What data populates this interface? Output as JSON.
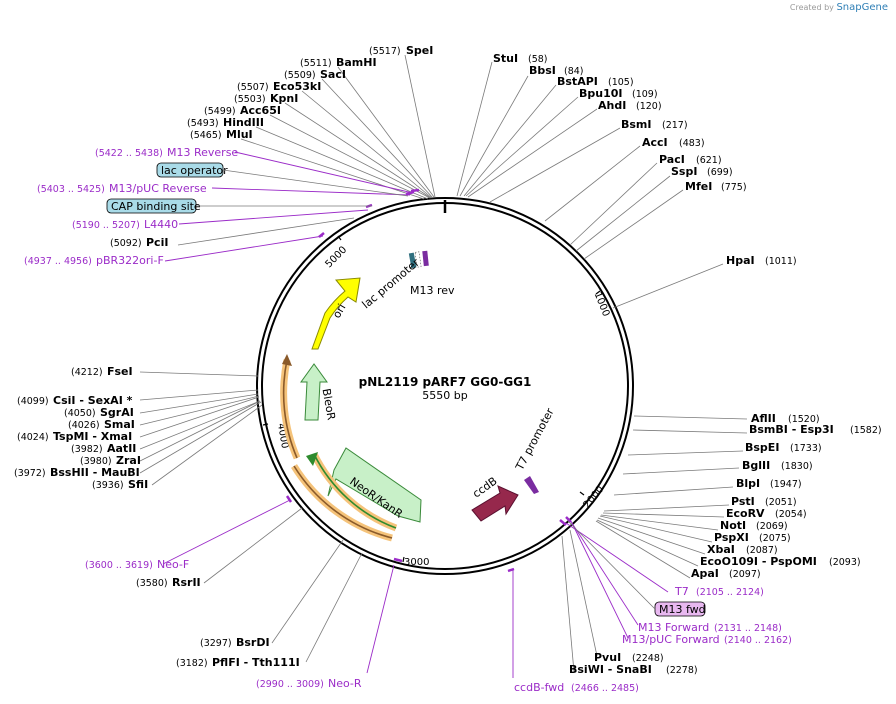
{
  "credit": {
    "prefix": "Created by",
    "brand": "SnapGene"
  },
  "plasmid": {
    "name": "pNL2119 pARF7 GG0-GG1",
    "size": "5550 bp"
  },
  "ticks": [
    "1000",
    "2000",
    "3000",
    "4000",
    "5000"
  ],
  "sites_right": [
    {
      "name": "StuI",
      "pos": "(58)"
    },
    {
      "name": "BbsI",
      "pos": "(84)"
    },
    {
      "name": "BstAPI",
      "pos": "(105)"
    },
    {
      "name": "Bpu10I",
      "pos": "(109)"
    },
    {
      "name": "AhdI",
      "pos": "(120)"
    },
    {
      "name": "BsmI",
      "pos": "(217)"
    },
    {
      "name": "AccI",
      "pos": "(483)"
    },
    {
      "name": "PacI",
      "pos": "(621)"
    },
    {
      "name": "SspI",
      "pos": "(699)"
    },
    {
      "name": "MfeI",
      "pos": "(775)"
    },
    {
      "name": "HpaI",
      "pos": "(1011)"
    },
    {
      "name": "AflII",
      "pos": "(1520)"
    },
    {
      "name": "BsmBI - Esp3I",
      "pos": "(1582)"
    },
    {
      "name": "BspEI",
      "pos": "(1733)"
    },
    {
      "name": "BglII",
      "pos": "(1830)"
    },
    {
      "name": "BlpI",
      "pos": "(1947)"
    },
    {
      "name": "PstI",
      "pos": "(2051)"
    },
    {
      "name": "EcoRV",
      "pos": "(2054)"
    },
    {
      "name": "NotI",
      "pos": "(2069)"
    },
    {
      "name": "PspXI",
      "pos": "(2075)"
    },
    {
      "name": "XbaI",
      "pos": "(2087)"
    },
    {
      "name": "EcoO109I - PspOMI",
      "pos": "(2093)"
    },
    {
      "name": "ApaI",
      "pos": "(2097)"
    },
    {
      "name": "PvuI",
      "pos": "(2248)"
    },
    {
      "name": "BsiWI - SnaBI",
      "pos": "(2278)"
    }
  ],
  "sites_left": [
    {
      "name": "SpeI",
      "pos": "(5517)"
    },
    {
      "name": "BamHI",
      "pos": "(5511)"
    },
    {
      "name": "SacI",
      "pos": "(5509)"
    },
    {
      "name": "Eco53kI",
      "pos": "(5507)"
    },
    {
      "name": "KpnI",
      "pos": "(5503)"
    },
    {
      "name": "Acc65I",
      "pos": "(5499)"
    },
    {
      "name": "HindIII",
      "pos": "(5493)"
    },
    {
      "name": "MluI",
      "pos": "(5465)"
    },
    {
      "name": "PciI",
      "pos": "(5092)"
    },
    {
      "name": "FseI",
      "pos": "(4212)"
    },
    {
      "name": "CsiI - SexAI *",
      "pos": "(4099)"
    },
    {
      "name": "SgrAI",
      "pos": "(4050)"
    },
    {
      "name": "SmaI",
      "pos": "(4026)"
    },
    {
      "name": "TspMI - XmaI",
      "pos": "(4024)"
    },
    {
      "name": "AatII",
      "pos": "(3982)"
    },
    {
      "name": "ZraI",
      "pos": "(3980)"
    },
    {
      "name": "BssHII - MauBI",
      "pos": "(3972)"
    },
    {
      "name": "SfiI",
      "pos": "(3936)"
    },
    {
      "name": "RsrII",
      "pos": "(3580)"
    },
    {
      "name": "BsrDI",
      "pos": "(3297)"
    },
    {
      "name": "PflFI - Tth111I",
      "pos": "(3182)"
    }
  ],
  "primers": [
    {
      "name": "M13 Reverse",
      "range": "(5422 .. 5438)"
    },
    {
      "name": "M13/pUC Reverse",
      "range": "(5403 .. 5425)"
    },
    {
      "name": "L4440",
      "range": "(5190 .. 5207)"
    },
    {
      "name": "pBR322ori-F",
      "range": "(4937 .. 4956)"
    },
    {
      "name": "Neo-F",
      "range": "(3600 .. 3619)"
    },
    {
      "name": "Neo-R",
      "range": "(2990 .. 3009)"
    },
    {
      "name": "T7",
      "range": "(2105 .. 2124)"
    },
    {
      "name": "M13 Forward",
      "range": "(2131 .. 2148)"
    },
    {
      "name": "M13/pUC Forward",
      "range": "(2140 .. 2162)"
    },
    {
      "name": "ccdB-fwd",
      "range": "(2466 .. 2485)"
    }
  ],
  "boxes": [
    "lac operator",
    "CAP binding site",
    "M13 fwd"
  ],
  "features": {
    "ori": "ori",
    "bleor": "BleoR",
    "neo": "NeoR/KanR",
    "ccdb": "ccdB",
    "t7": "T7 promoter",
    "lac": "lac promoter",
    "m13rev": "M13 rev"
  },
  "colors": {
    "primer": "#9b2cc8",
    "ori": "#ffff00",
    "bleor": "#c8f0c8",
    "neo": "#c8f0c8",
    "ccdb": "#96284c",
    "cds_arrow": "#2e8b2e",
    "cds_highlight": "#f5c37a",
    "box": "#a9dbe8"
  }
}
